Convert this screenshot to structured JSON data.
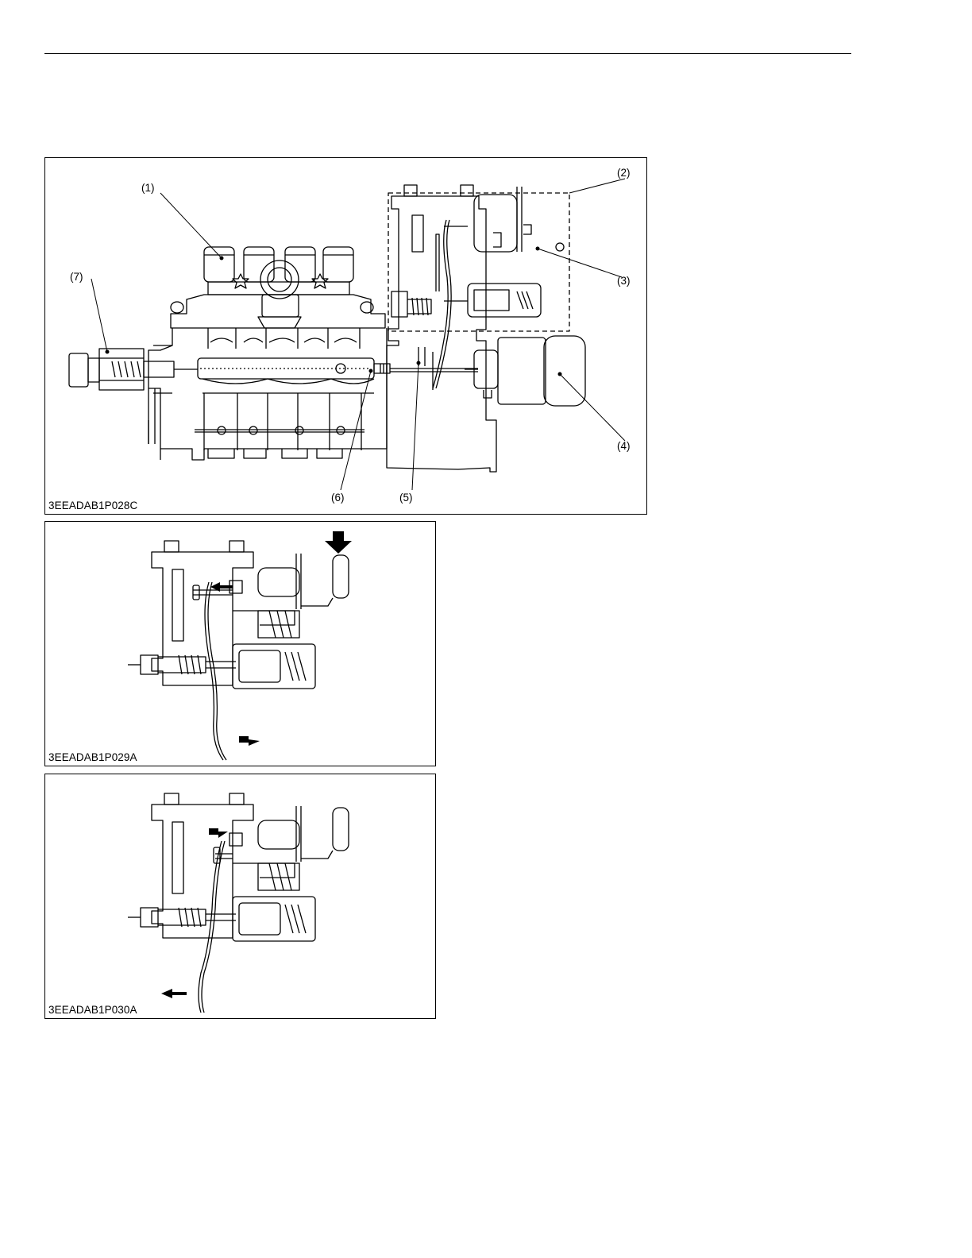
{
  "figures": [
    {
      "code": "3EEADAB1P028C",
      "callouts": [
        "(1)",
        "(2)",
        "(3)",
        "(4)",
        "(5)",
        "(6)",
        "(7)"
      ]
    },
    {
      "code": "3EEADAB1P029A"
    },
    {
      "code": "3EEADAB1P030A"
    }
  ],
  "colors": {
    "line": "#000000",
    "fill": "#ffffff",
    "shade": "#e6e6e6"
  },
  "icons": [
    "arrow-down-icon",
    "arrow-left-icon",
    "arrow-right-icon",
    "star-bolt-icon"
  ]
}
